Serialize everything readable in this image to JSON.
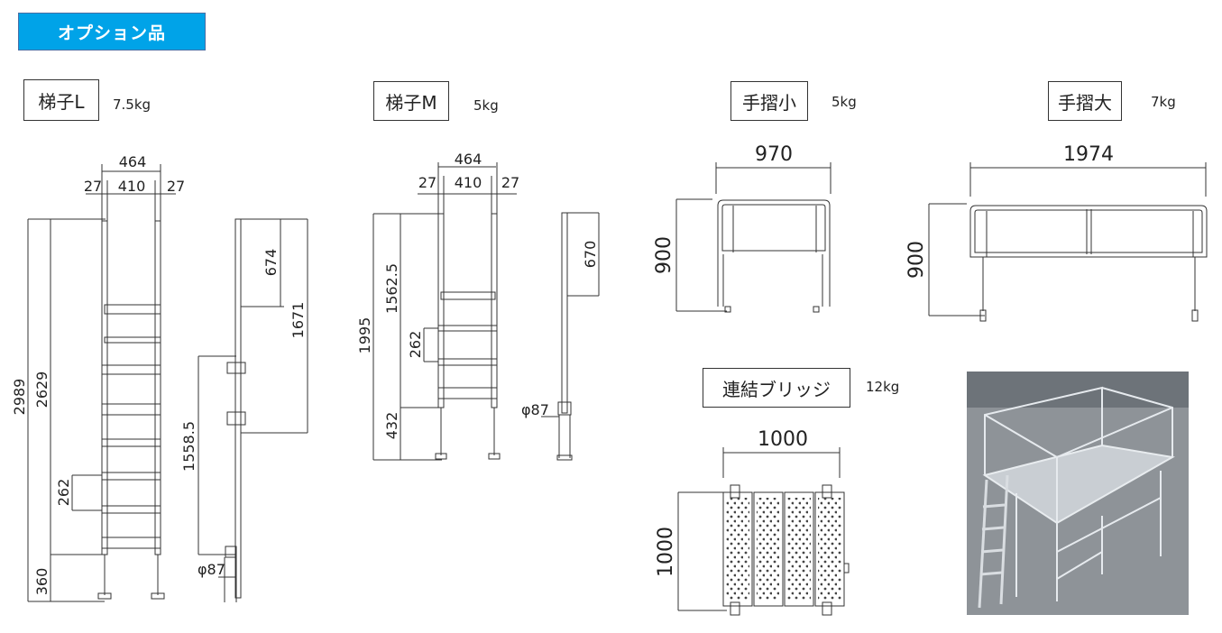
{
  "header": {
    "title": "オプション品"
  },
  "items": [
    {
      "name": "梯子L",
      "weight": "7.5kg",
      "dims": {
        "total_width": "464",
        "left_post": "27",
        "inner_width": "410",
        "right_post": "27",
        "overall_height": "2989",
        "frame_height": "2629",
        "step_pitch": "262",
        "leg_height": "360",
        "side_upper": "674",
        "side_total": "1671",
        "side_lower": "1558.5",
        "pipe_dia": "φ87"
      }
    },
    {
      "name": "梯子M",
      "weight": "5kg",
      "dims": {
        "total_width": "464",
        "left_post": "27",
        "inner_width": "410",
        "right_post": "27",
        "overall_height": "1995",
        "frame_height": "1562.5",
        "step_pitch": "262",
        "leg_height": "432",
        "side_upper": "670",
        "pipe_dia": "φ87"
      }
    },
    {
      "name": "手摺小",
      "weight": "5kg",
      "dims": {
        "width": "970",
        "height": "900"
      }
    },
    {
      "name": "手摺大",
      "weight": "7kg",
      "dims": {
        "width": "1974",
        "height": "900"
      }
    },
    {
      "name": "連結ブリッジ",
      "weight": "12kg",
      "dims": {
        "width": "1000",
        "height": "1000"
      }
    }
  ],
  "colors": {
    "header_bg": "#00a3e8",
    "line": "#333333"
  }
}
